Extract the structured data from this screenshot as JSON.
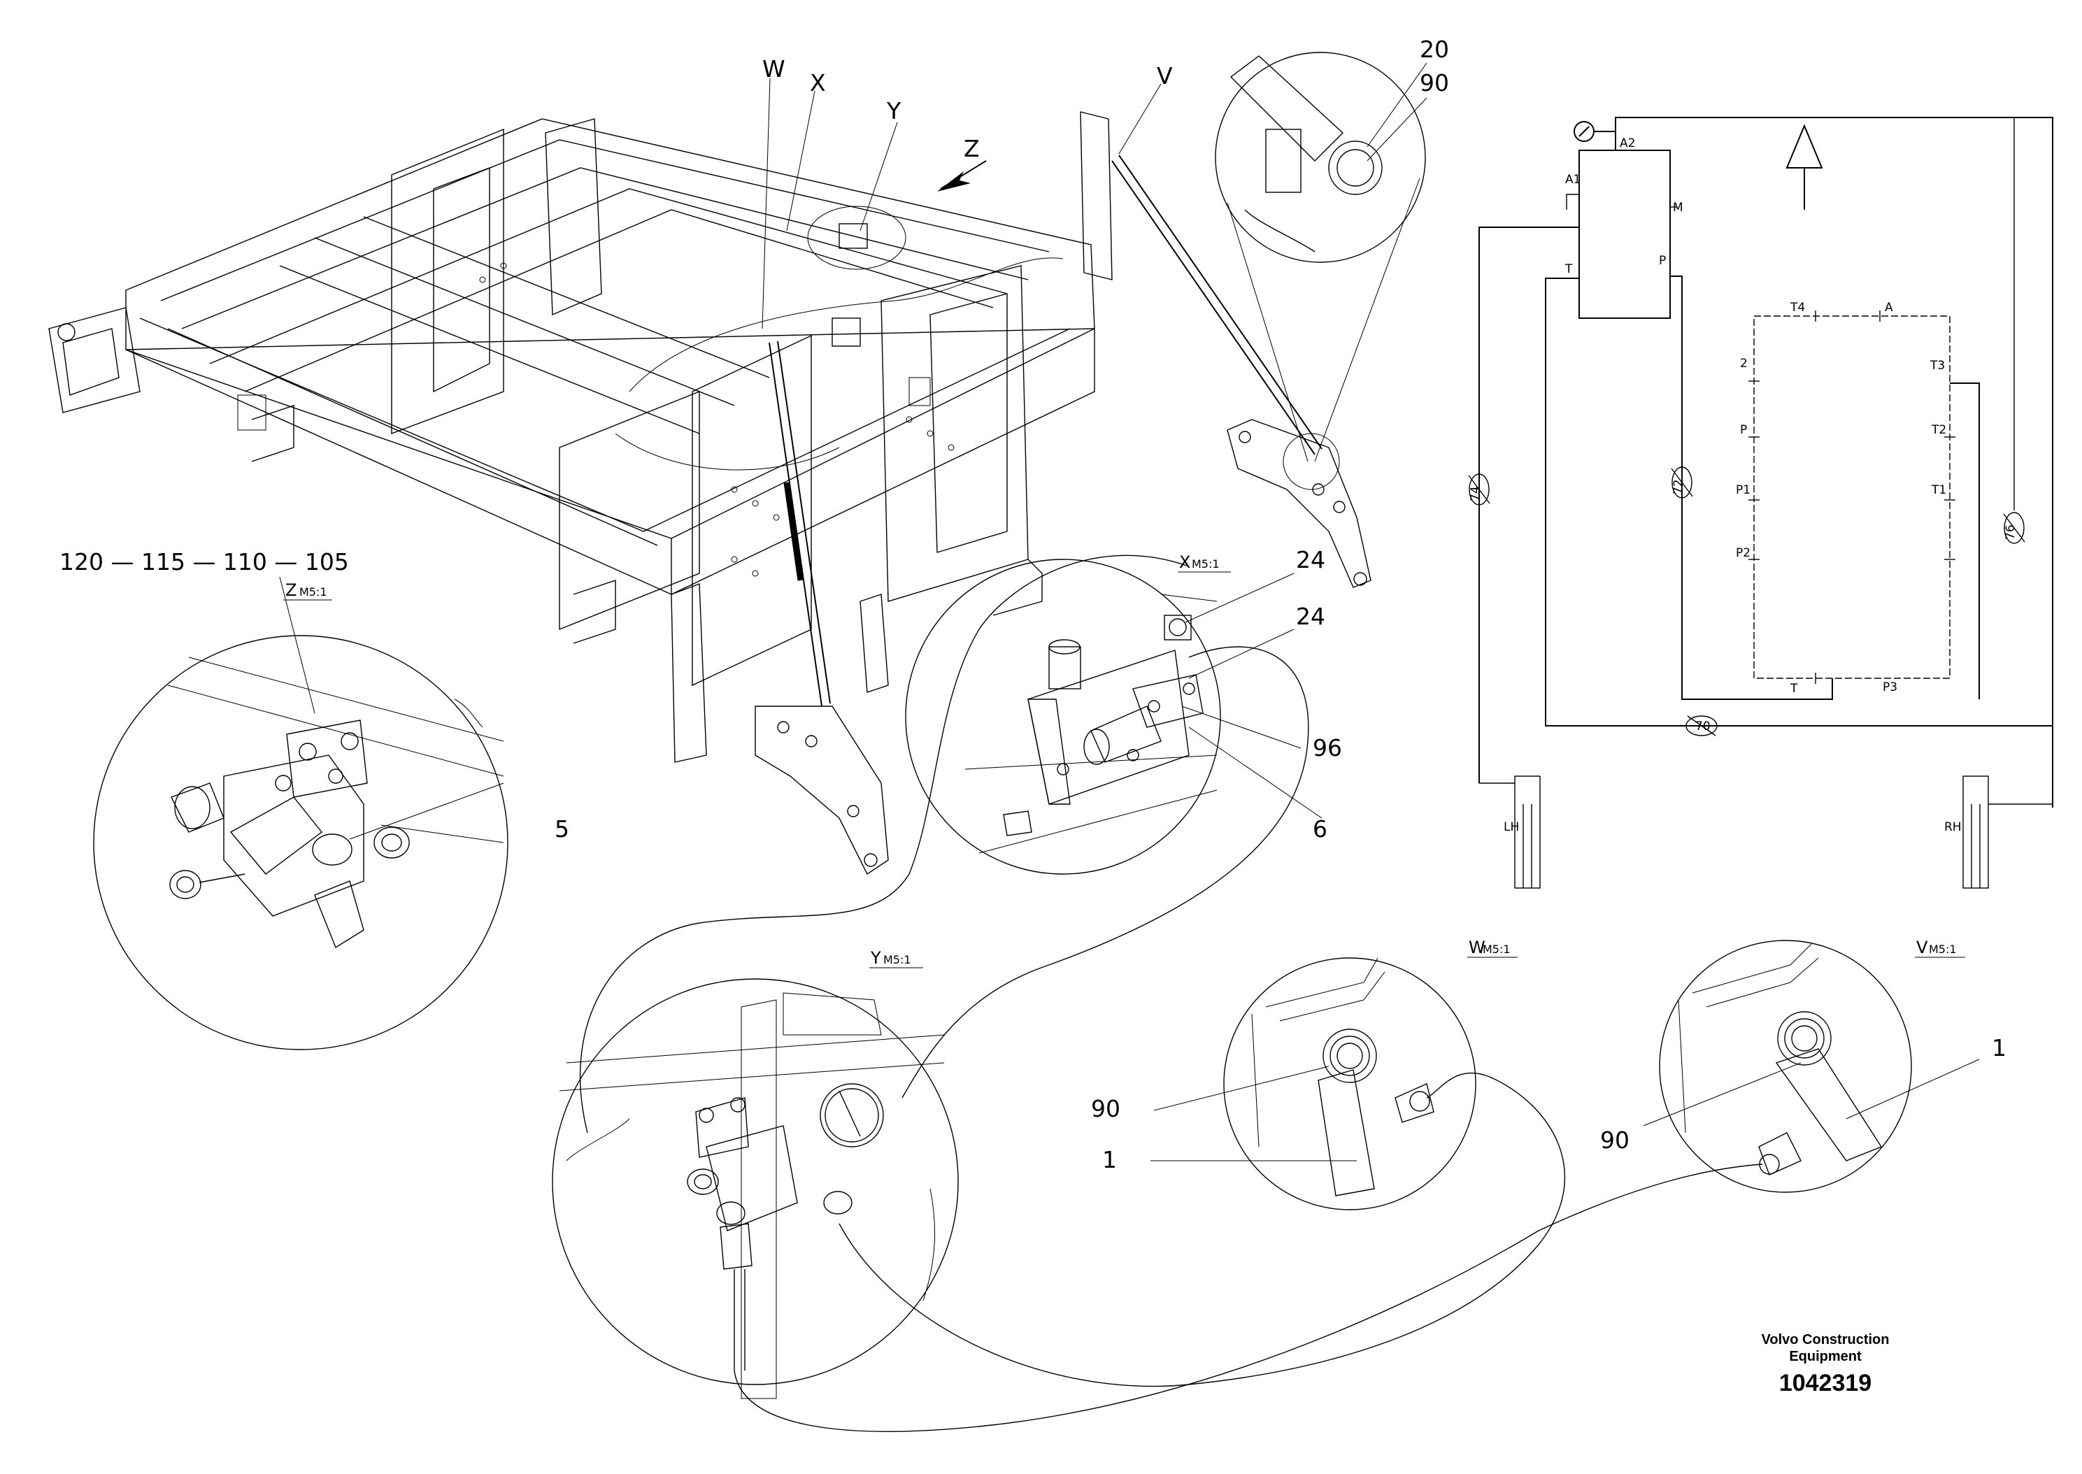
{
  "callouts": {
    "top_20": "20",
    "top_90": "90",
    "w": "W",
    "x": "X",
    "y": "Y",
    "z": "Z",
    "v": "V",
    "chain": "120  —  115  —  110  —  105",
    "x_24a": "24",
    "x_24b": "24",
    "x_96": "96",
    "x_6": "6",
    "z_5": "5",
    "w_90": "90",
    "w_1": "1",
    "v_90": "90",
    "v_1": "1"
  },
  "views": {
    "z": {
      "letter": "Z",
      "scale": "M5:1"
    },
    "x": {
      "letter": "X",
      "scale": "M5:1"
    },
    "y": {
      "letter": "Y",
      "scale": "M5:1"
    },
    "w": {
      "letter": "W",
      "scale": "M5:1"
    },
    "v": {
      "letter": "V",
      "scale": "M5:1"
    }
  },
  "schematic": {
    "ports_valve": [
      "A1",
      "A2",
      "M",
      "T",
      "P"
    ],
    "ports_block": [
      "T4",
      "A",
      "2",
      "T3",
      "P",
      "T2",
      "P1",
      "T1",
      "P2",
      "T",
      "P3"
    ],
    "hoses": [
      "74",
      "72",
      "76",
      "70"
    ],
    "side_labels": {
      "left": "LH",
      "right": "RH"
    }
  },
  "brand": {
    "line1": "Volvo Construction",
    "line2": "Equipment",
    "part_number": "1042319"
  }
}
